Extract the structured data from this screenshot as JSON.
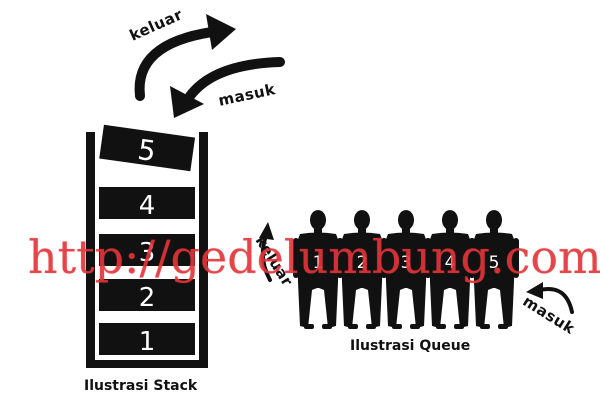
{
  "stack": {
    "items": [
      "1",
      "2",
      "3",
      "4",
      "5"
    ],
    "out_label": "keluar",
    "in_label": "masuk",
    "caption": "Ilustrasi Stack"
  },
  "queue": {
    "people": [
      "1",
      "2",
      "3",
      "4",
      "5"
    ],
    "out_label": "keluar",
    "in_label": "masuk",
    "caption": "Ilustrasi Queue"
  },
  "watermark": "http://gedelumbung.com",
  "colors": {
    "ink": "#111111",
    "background": "#ffffff",
    "block_text": "#ffffff",
    "watermark": "#e2343a"
  }
}
